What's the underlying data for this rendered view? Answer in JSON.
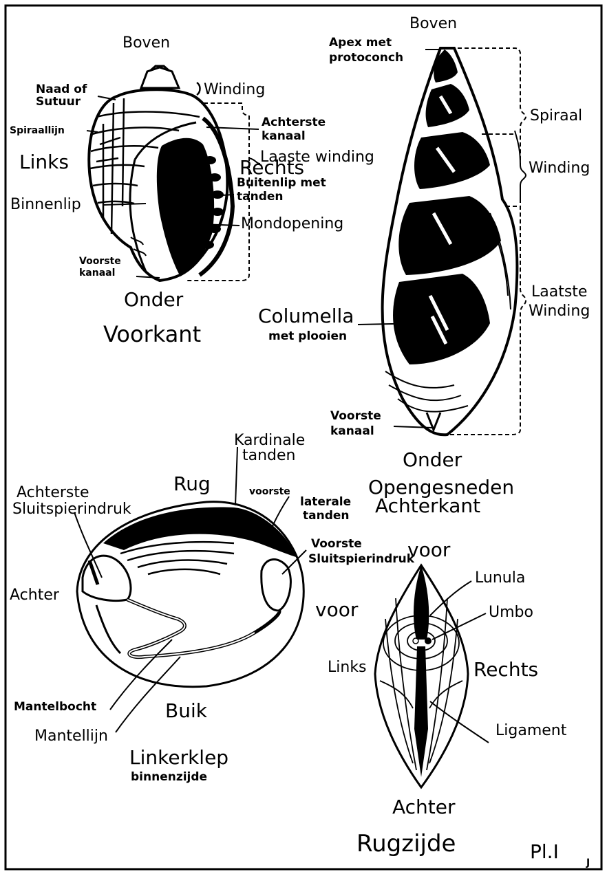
{
  "plate": "Pl.I",
  "initial": "J",
  "shell_front": {
    "top": "Boven",
    "apex_suture": "Naad of",
    "apex_suture_2": "Sutuur",
    "spiral_line": "Spiraallijn",
    "whorl": "Winding",
    "left": "Links",
    "right": "Rechts",
    "posterior_canal": "Achterste",
    "posterior_canal_2": "kanaal",
    "last_whorl": "Laaste winding",
    "outer_lip": "Buitenlip met",
    "outer_lip_2": "tanden",
    "inner_lip": "Binnenlip",
    "aperture": "Mondopening",
    "anterior_canal": "Voorste",
    "anterior_canal_2": "kanaal",
    "bottom": "Onder",
    "caption": "Voorkant"
  },
  "shell_section": {
    "top": "Boven",
    "apex": "Apex met",
    "apex_2": "protoconch",
    "spire": "Spiraal",
    "whorl": "Winding",
    "last_whorl": "Laatste",
    "last_whorl_2": "Winding",
    "columella": "Columella",
    "columella_2": "met plooien",
    "anterior_canal": "Voorste",
    "anterior_canal_2": "kanaal",
    "bottom": "Onder",
    "caption": "Opengesneden",
    "caption_2": "Achterkant"
  },
  "valve": {
    "cardinal_teeth": "Kardinale",
    "cardinal_teeth_2": "tanden",
    "back": "Rug",
    "posterior_muscle": "Achterste",
    "posterior_muscle_2": "Sluitspierindruk",
    "anterior": "voorste",
    "lateral_teeth": "laterale",
    "lateral_teeth_2": "tanden",
    "anterior_muscle": "Voorste",
    "anterior_muscle_2": "Sluitspierindruk",
    "posterior": "Achter",
    "front": "voor",
    "pallial_sinus": "Mantelbocht",
    "belly": "Buik",
    "pallial_line": "Mantellijn",
    "caption": "Linkerklep",
    "caption_2": "binnenzijde"
  },
  "dorsal": {
    "front": "voor",
    "lunule": "Lunula",
    "umbo": "Umbo",
    "left": "Links",
    "right": "Rechts",
    "ligament": "Ligament",
    "back": "Achter",
    "caption": "Rugzijde"
  }
}
